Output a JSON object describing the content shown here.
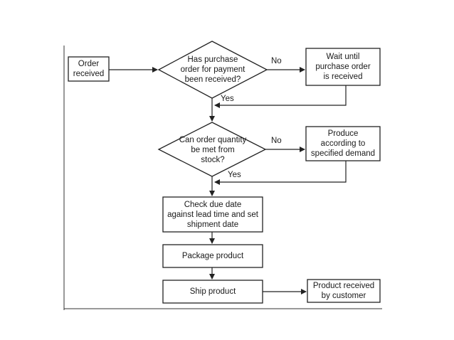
{
  "diagram": {
    "nodes": {
      "order_received": "Order\nreceived",
      "payment_check": "Has purchase\norder for payment\nbeen received?",
      "wait_po": "Wait until\npurchase order\nis received",
      "stock_check": "Can order quantity\nbe met from\nstock?",
      "produce": "Produce\naccording to\nspecified demand",
      "check_due_date": "Check due date\nagainst lead time and set\nshipment date",
      "package": "Package product",
      "ship": "Ship product",
      "received_customer": "Product received\nby customer"
    },
    "edge_labels": {
      "payment_no": "No",
      "payment_yes": "Yes",
      "stock_no": "No",
      "stock_yes": "Yes"
    }
  }
}
